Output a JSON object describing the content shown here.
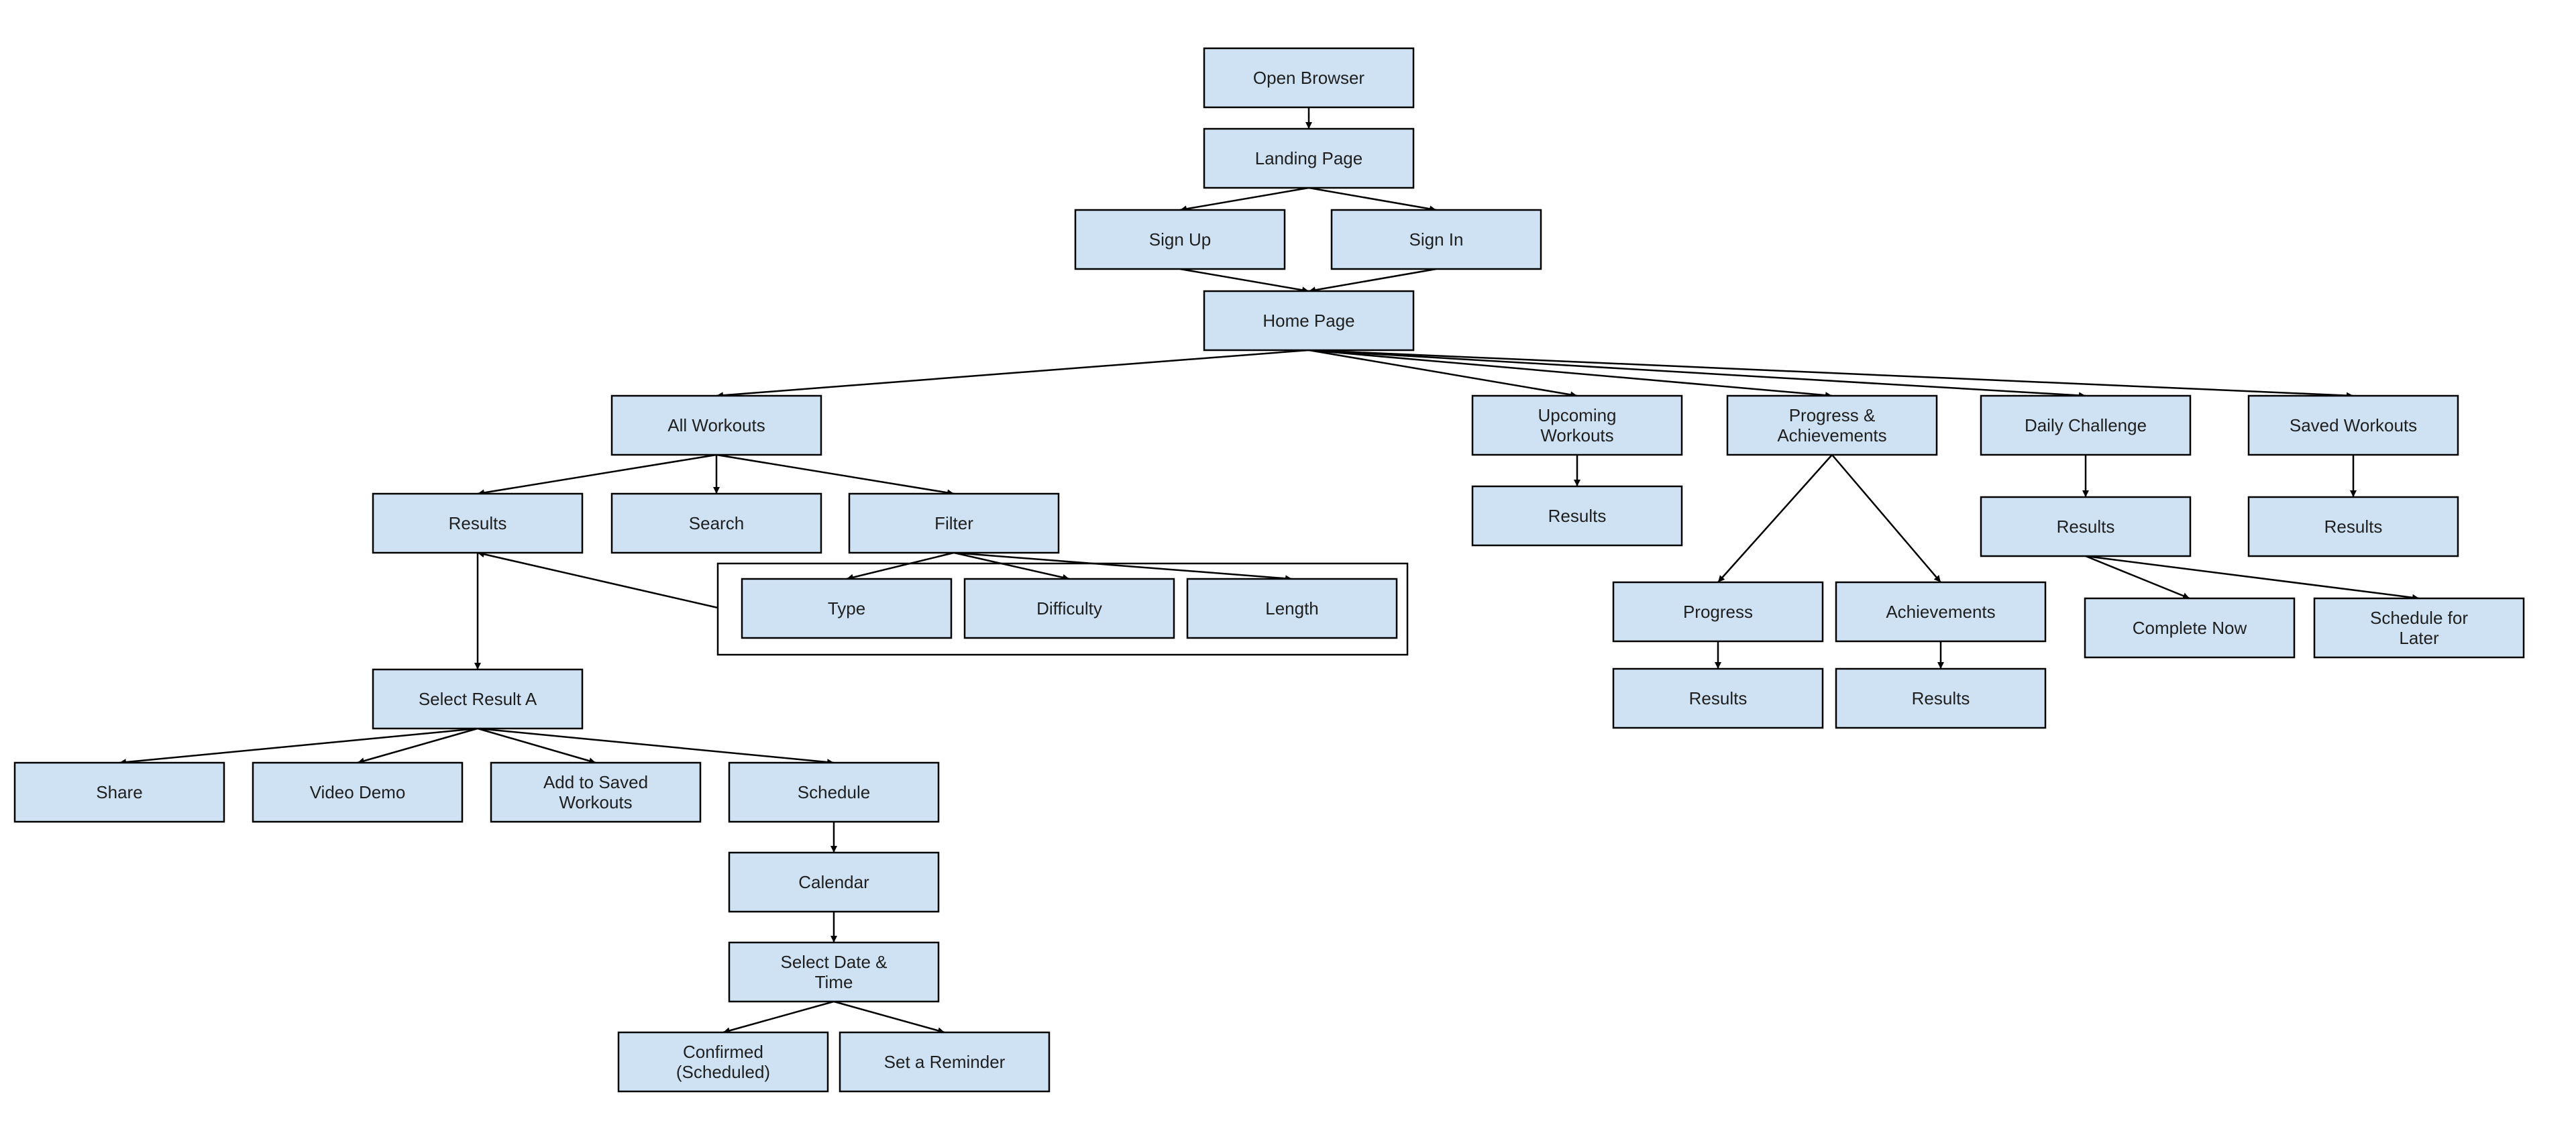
{
  "colors": {
    "node_fill": "#cfe2f3",
    "node_stroke": "#000000",
    "edge": "#000000",
    "text": "#1f1f1f"
  },
  "nodes": [
    {
      "id": "open-browser",
      "lines": [
        "Open Browser"
      ]
    },
    {
      "id": "landing-page",
      "lines": [
        "Landing Page"
      ]
    },
    {
      "id": "sign-up",
      "lines": [
        "Sign Up"
      ]
    },
    {
      "id": "sign-in",
      "lines": [
        "Sign In"
      ]
    },
    {
      "id": "home-page",
      "lines": [
        "Home Page"
      ]
    },
    {
      "id": "all-workouts",
      "lines": [
        "All Workouts"
      ]
    },
    {
      "id": "upcoming-workouts",
      "lines": [
        "Upcoming",
        "Workouts"
      ]
    },
    {
      "id": "progress-achievements",
      "lines": [
        "Progress &",
        "Achievements"
      ]
    },
    {
      "id": "daily-challenge",
      "lines": [
        "Daily Challenge"
      ]
    },
    {
      "id": "saved-workouts",
      "lines": [
        "Saved Workouts"
      ]
    },
    {
      "id": "results-all",
      "lines": [
        "Results"
      ]
    },
    {
      "id": "search",
      "lines": [
        "Search"
      ]
    },
    {
      "id": "filter",
      "lines": [
        "Filter"
      ]
    },
    {
      "id": "type",
      "lines": [
        "Type"
      ]
    },
    {
      "id": "difficulty",
      "lines": [
        "Difficulty"
      ]
    },
    {
      "id": "length",
      "lines": [
        "Length"
      ]
    },
    {
      "id": "results-upcoming",
      "lines": [
        "Results"
      ]
    },
    {
      "id": "progress",
      "lines": [
        "Progress"
      ]
    },
    {
      "id": "achievements",
      "lines": [
        "Achievements"
      ]
    },
    {
      "id": "results-progress",
      "lines": [
        "Results"
      ]
    },
    {
      "id": "results-achievements",
      "lines": [
        "Results"
      ]
    },
    {
      "id": "results-daily",
      "lines": [
        "Results"
      ]
    },
    {
      "id": "complete-now",
      "lines": [
        "Complete Now"
      ]
    },
    {
      "id": "schedule-later",
      "lines": [
        "Schedule for",
        "Later"
      ]
    },
    {
      "id": "results-saved",
      "lines": [
        "Results"
      ]
    },
    {
      "id": "select-result-a",
      "lines": [
        "Select Result A"
      ]
    },
    {
      "id": "share",
      "lines": [
        "Share"
      ]
    },
    {
      "id": "video-demo",
      "lines": [
        "Video Demo"
      ]
    },
    {
      "id": "add-saved",
      "lines": [
        "Add to Saved",
        "Workouts"
      ]
    },
    {
      "id": "schedule",
      "lines": [
        "Schedule"
      ]
    },
    {
      "id": "calendar",
      "lines": [
        "Calendar"
      ]
    },
    {
      "id": "select-date-time",
      "lines": [
        "Select Date &",
        "Time"
      ]
    },
    {
      "id": "confirmed",
      "lines": [
        "Confirmed",
        "(Scheduled)"
      ]
    },
    {
      "id": "set-reminder",
      "lines": [
        "Set a Reminder"
      ]
    }
  ],
  "edges": [
    {
      "from": "open-browser",
      "to": "landing-page"
    },
    {
      "from": "landing-page",
      "to": "sign-up"
    },
    {
      "from": "landing-page",
      "to": "sign-in"
    },
    {
      "from": "sign-up",
      "to": "home-page"
    },
    {
      "from": "sign-in",
      "to": "home-page"
    },
    {
      "from": "home-page",
      "to": "all-workouts"
    },
    {
      "from": "home-page",
      "to": "upcoming-workouts"
    },
    {
      "from": "home-page",
      "to": "progress-achievements"
    },
    {
      "from": "home-page",
      "to": "daily-challenge"
    },
    {
      "from": "home-page",
      "to": "saved-workouts"
    },
    {
      "from": "all-workouts",
      "to": "results-all"
    },
    {
      "from": "all-workouts",
      "to": "search"
    },
    {
      "from": "all-workouts",
      "to": "filter"
    },
    {
      "from": "filter",
      "to": "type"
    },
    {
      "from": "filter",
      "to": "difficulty"
    },
    {
      "from": "filter",
      "to": "length"
    },
    {
      "from": "filter-group",
      "to": "results-all"
    },
    {
      "from": "results-all",
      "to": "select-result-a"
    },
    {
      "from": "select-result-a",
      "to": "share"
    },
    {
      "from": "select-result-a",
      "to": "video-demo"
    },
    {
      "from": "select-result-a",
      "to": "add-saved"
    },
    {
      "from": "select-result-a",
      "to": "schedule"
    },
    {
      "from": "schedule",
      "to": "calendar"
    },
    {
      "from": "calendar",
      "to": "select-date-time"
    },
    {
      "from": "select-date-time",
      "to": "confirmed"
    },
    {
      "from": "select-date-time",
      "to": "set-reminder"
    },
    {
      "from": "upcoming-workouts",
      "to": "results-upcoming"
    },
    {
      "from": "progress-achievements",
      "to": "progress"
    },
    {
      "from": "progress-achievements",
      "to": "achievements"
    },
    {
      "from": "progress",
      "to": "results-progress"
    },
    {
      "from": "achievements",
      "to": "results-achievements"
    },
    {
      "from": "daily-challenge",
      "to": "results-daily"
    },
    {
      "from": "results-daily",
      "to": "complete-now"
    },
    {
      "from": "results-daily",
      "to": "schedule-later"
    },
    {
      "from": "saved-workouts",
      "to": "results-saved"
    }
  ]
}
